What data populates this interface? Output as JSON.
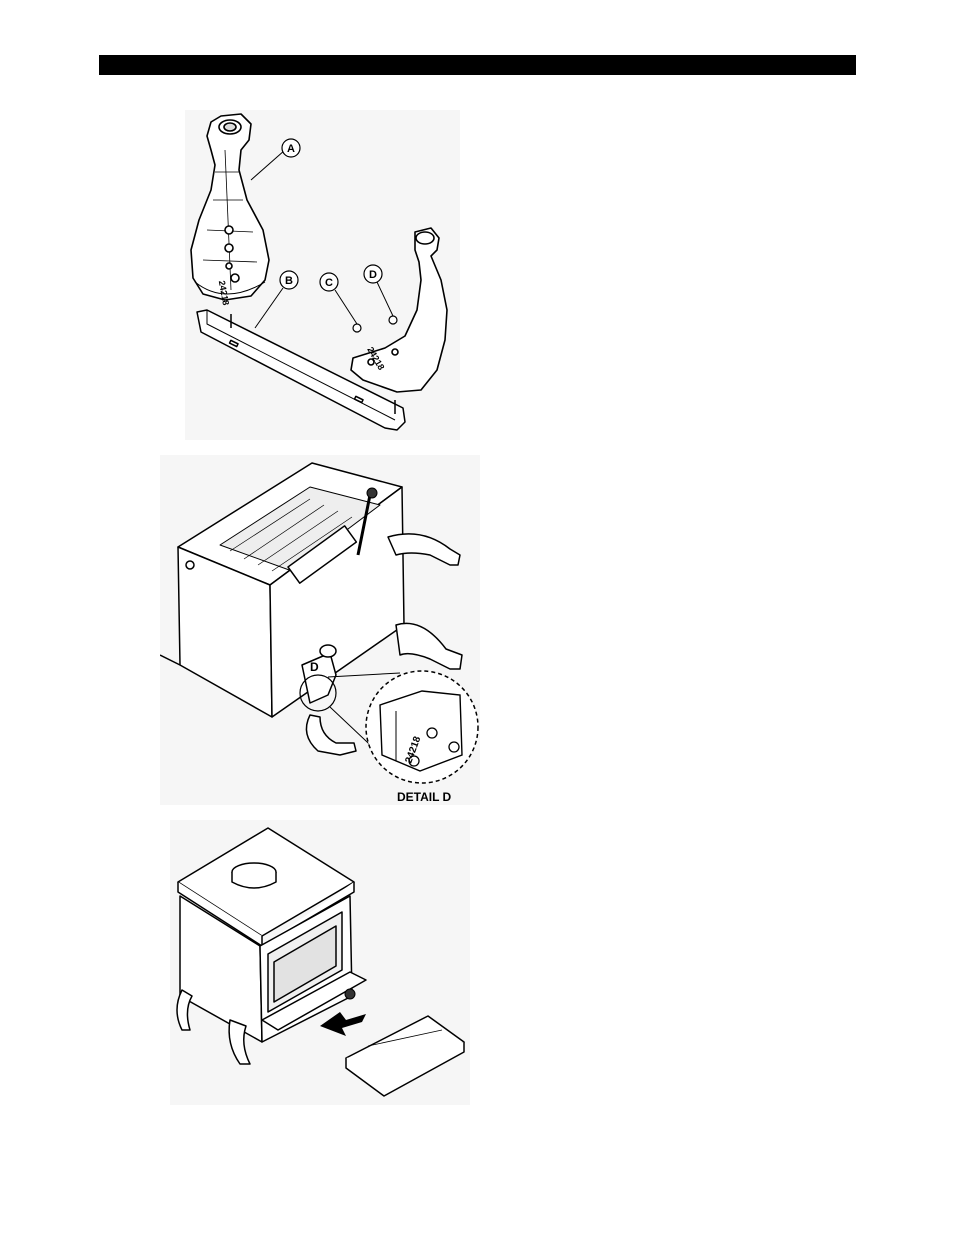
{
  "header": {
    "bar_color": "#000000"
  },
  "figure1": {
    "callouts": {
      "a": "A",
      "b": "B",
      "c": "C",
      "d": "D"
    },
    "leg_part_number_left": "24218",
    "leg_part_number_right": "24218"
  },
  "figure2": {
    "detail_marker": "D",
    "detail_part_number": "24218",
    "detail_caption": "DETAIL D"
  },
  "figure3": {}
}
